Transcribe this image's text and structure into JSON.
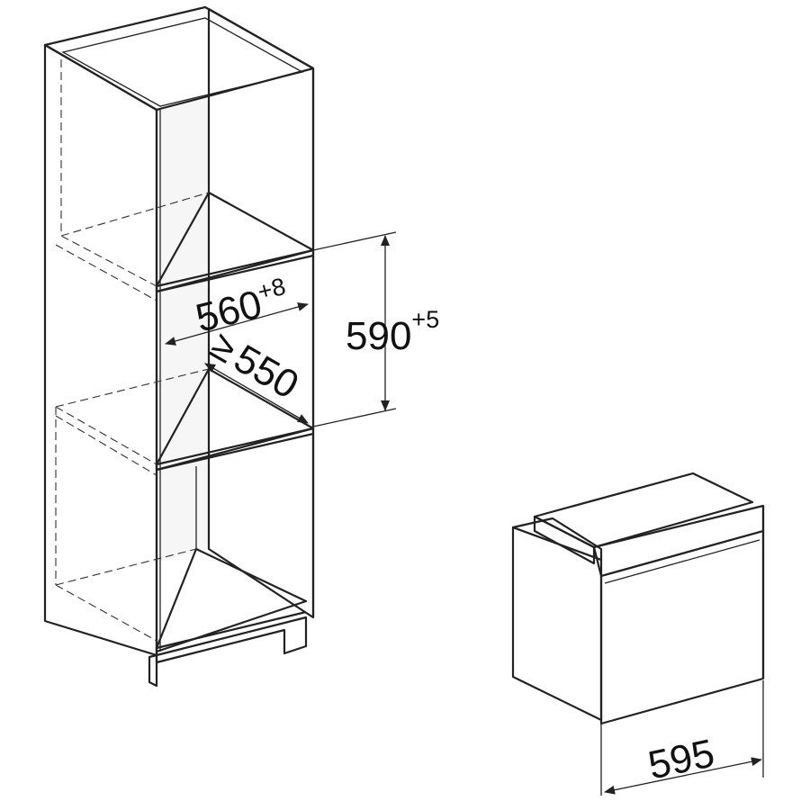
{
  "colors": {
    "line": "#222222",
    "panel": "#f1f1f1",
    "panel_dark": "#e2e2e2",
    "background": "#ffffff"
  },
  "dimensions": {
    "niche_width": {
      "value": "560",
      "tolerance": "+8"
    },
    "niche_height": {
      "value": "590",
      "tolerance": "+5"
    },
    "niche_depth": {
      "value": "550",
      "symbol": "≥"
    },
    "appliance_width": {
      "value": "595"
    }
  }
}
